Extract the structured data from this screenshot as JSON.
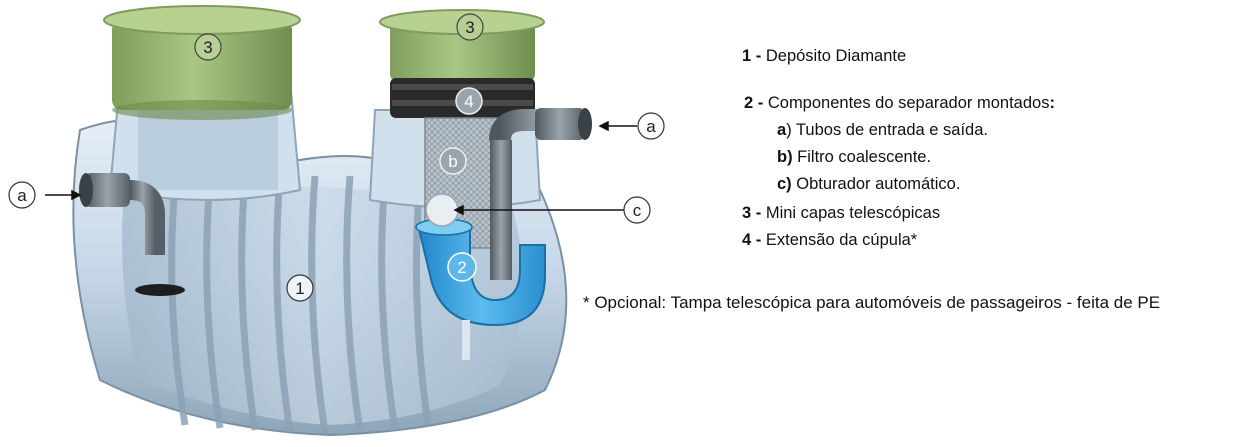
{
  "markers": {
    "inlet_left": "a",
    "outlet_right": "a",
    "filter": "b",
    "float": "c",
    "tank": "1",
    "separator": "2",
    "cap_left": "3",
    "cap_right": "3",
    "extension": "4"
  },
  "legend": {
    "item1": {
      "num": "1 -",
      "text": " Depósito Diamante"
    },
    "item2": {
      "num": "2 -",
      "text": " Componentes do separador montados",
      "colon": ":"
    },
    "sub_a": {
      "key": "a",
      "text": ") Tubos de entrada e saída."
    },
    "sub_b": {
      "key": "b)",
      "text": " Filtro coalescente."
    },
    "sub_c": {
      "key": "c)",
      "text": " Obturador automático."
    },
    "item3": {
      "num": "3 -",
      "text": " Mini capas telescópicas"
    },
    "item4": {
      "num": "4 -",
      "text": " Extensão da cúpula*"
    }
  },
  "note": "* Opcional: Tampa telescópica para automóveis de passageiros - feita de PE",
  "colors": {
    "tank_light": "#d8e6f2",
    "tank_mid": "#b2c8dc",
    "tank_dark": "#6d8396",
    "cap_green": "#8fae6a",
    "cap_green_light": "#b3cd8e",
    "separator_blue": "#3ea6df",
    "pipe_grey": "#6e7780",
    "seal_black": "#222222"
  }
}
